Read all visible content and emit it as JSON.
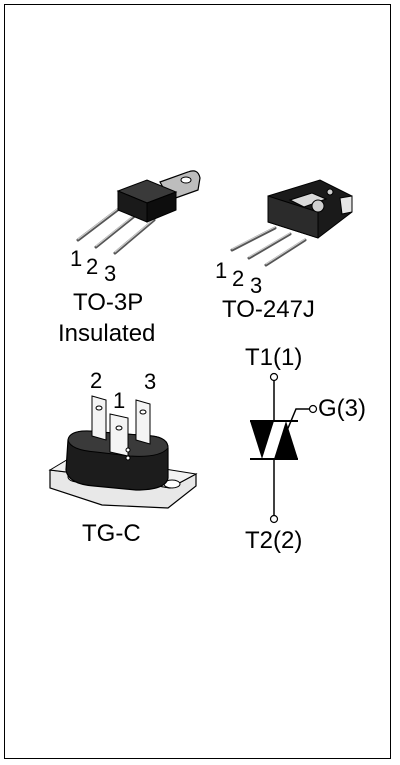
{
  "packages": {
    "to3p": {
      "name": "TO-3P",
      "subtitle": "Insulated",
      "pins": [
        "1",
        "2",
        "3"
      ]
    },
    "to247j": {
      "name": "TO-247J",
      "pins": [
        "1",
        "2",
        "3"
      ]
    },
    "tgc": {
      "name": "TG-C",
      "pins": [
        "2",
        "1",
        "3"
      ]
    }
  },
  "symbol": {
    "t1": "T1(1)",
    "gate": "G(3)",
    "t2": "T2(2)"
  }
}
